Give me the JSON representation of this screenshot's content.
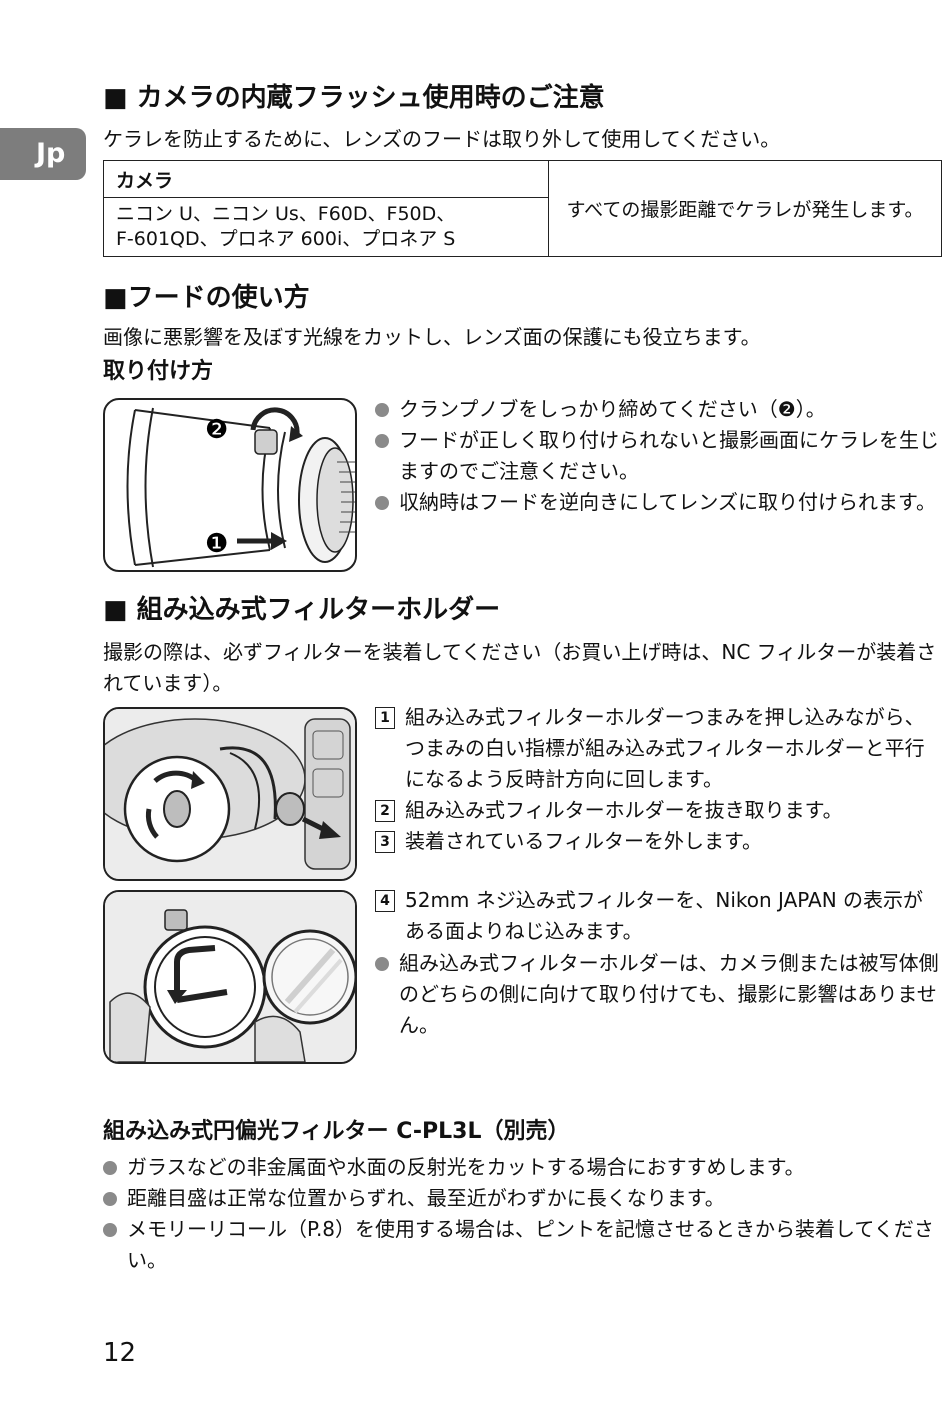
{
  "side_tab": "Jp",
  "flash": {
    "heading": "■ カメラの内蔵フラッシュ使用時のご注意",
    "intro": "ケラレを防止するために、レンズのフードは取り外して使用してください。",
    "table": {
      "header": "カメラ",
      "models_line1": "ニコン U、ニコン Us、F60D、F50D、",
      "models_line2": "F-601QD、プロネア 600i、プロネア S",
      "note": "すべての撮影距離でケラレが発生します。"
    }
  },
  "hood": {
    "heading": "■フードの使い方",
    "intro": "画像に悪影響を及ぼす光線をカットし、レンズ面の保護にも役立ちます。",
    "subheading": "取り付け方",
    "bullets": [
      "クランプノブをしっかり締めてください（❷）。",
      "フードが正しく取り付けられないと撮影画面にケラレを生じますのでご注意ください。",
      "収納時はフードを逆向きにしてレンズに取り付けられます。"
    ],
    "figure_labels": [
      "❷",
      "❶"
    ]
  },
  "filter_holder": {
    "heading": "■ 組み込み式フィルターホルダー",
    "intro": "撮影の際は、必ずフィルターを装着してください（お買い上げ時は、NC フィルターが装着されています）。",
    "steps": [
      {
        "num": "1",
        "text": "組み込み式フィルターホルダーつまみを押し込みながら、つまみの白い指標が組み込み式フィルターホルダーと平行になるよう反時計方向に回します。"
      },
      {
        "num": "2",
        "text": "組み込み式フィルターホルダーを抜き取ります。"
      },
      {
        "num": "3",
        "text": "装着されているフィルターを外します。"
      },
      {
        "num": "4",
        "text": "52mm ネジ込み式フィルターを、Nikon JAPAN の表示がある面よりねじ込みます。"
      }
    ],
    "bullet": "組み込み式フィルターホルダーは、カメラ側または被写体側のどちらの側に向けて取り付けても、撮影に影響はありません。"
  },
  "cpl": {
    "heading": "組み込み式円偏光フィルター C-PL3L（別売）",
    "bullets": [
      "ガラスなどの非金属面や水面の反射光をカットする場合におすすめします。",
      "距離目盛は正常な位置からずれ、最至近がわずかに長くなります。",
      "メモリーリコール（P.8）を使用する場合は、ピントを記憶させるときから装着してください。"
    ]
  },
  "page_number": "12"
}
